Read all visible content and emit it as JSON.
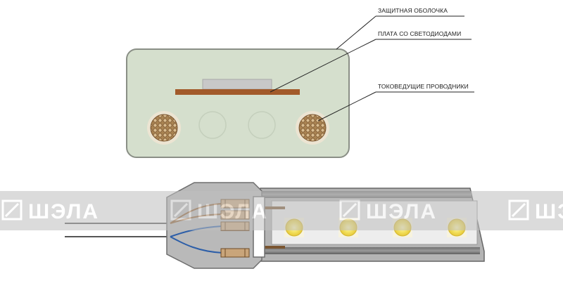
{
  "labels": {
    "sheath": "ЗАЩИТНАЯ ОБОЛОЧКА",
    "board": "ПЛАТА СО СВЕТОДИОДАМИ",
    "conductors": "ТОКОВЕДУЩИЕ ПРОВОДНИКИ"
  },
  "watermark": {
    "text": "ШЭЛА",
    "repeat_count": 4
  },
  "colors": {
    "housing_fill": "#d5dfcd",
    "housing_stroke": "#8a8f86",
    "board": "#a25a2a",
    "chip": "#c8c8c8",
    "copper": "#b8905a",
    "led": "#f2df5c",
    "wire_blue": "#2c5ea8",
    "wire_brown": "#8b5a2b",
    "watermark_band": "#bfbfbf"
  },
  "leds": {
    "count": 4
  }
}
